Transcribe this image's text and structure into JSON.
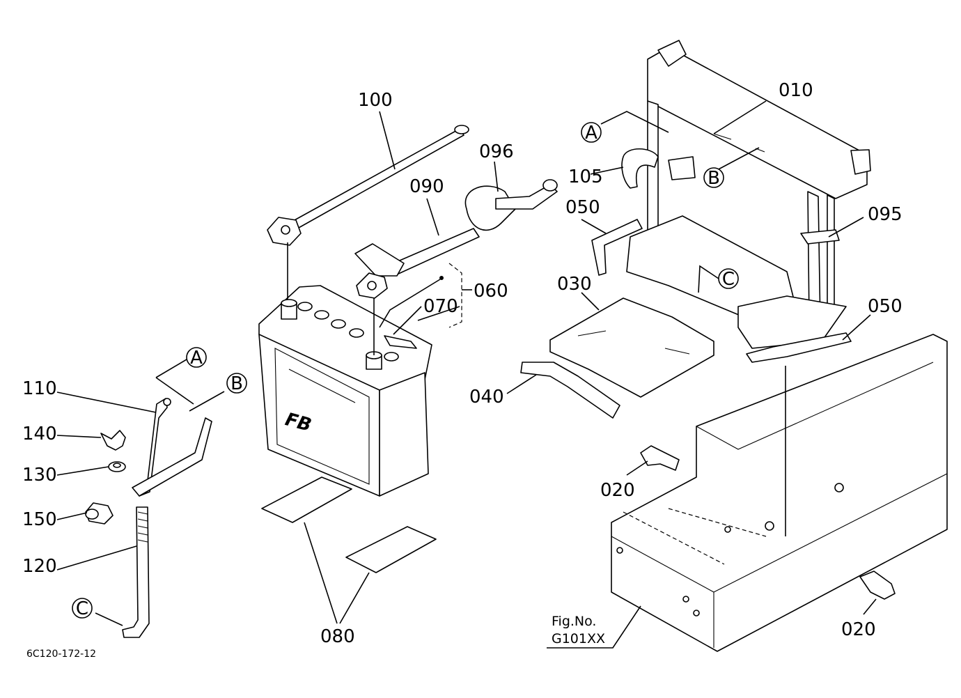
{
  "diagram_code": "6C120-172-12",
  "fig_ref": {
    "line1": "Fig.No.",
    "line2": "G101XX"
  },
  "callouts": {
    "a": "A",
    "b": "B",
    "c": "C"
  },
  "battery_logo": "FB",
  "parts": {
    "p010": "010",
    "p020": "020",
    "p030": "030",
    "p040": "040",
    "p050": "050",
    "p060": "060",
    "p070": "070",
    "p080": "080",
    "p090": "090",
    "p095": "095",
    "p096": "096",
    "p100": "100",
    "p105": "105",
    "p110": "110",
    "p120": "120",
    "p130": "130",
    "p140": "140",
    "p150": "150"
  }
}
